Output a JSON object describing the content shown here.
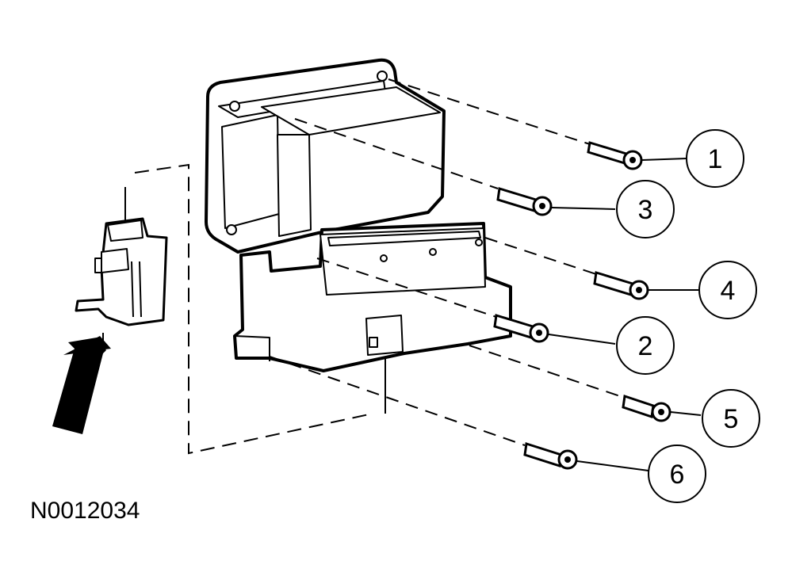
{
  "figure_id": "N0012034",
  "callouts": [
    {
      "number": "1",
      "item": "bolt"
    },
    {
      "number": "3",
      "item": "bolt"
    },
    {
      "number": "4",
      "item": "bolt"
    },
    {
      "number": "2",
      "item": "bolt"
    },
    {
      "number": "5",
      "item": "bolt"
    },
    {
      "number": "6",
      "item": "bolt"
    }
  ],
  "colors": {
    "line": "#000000",
    "background": "#ffffff"
  }
}
